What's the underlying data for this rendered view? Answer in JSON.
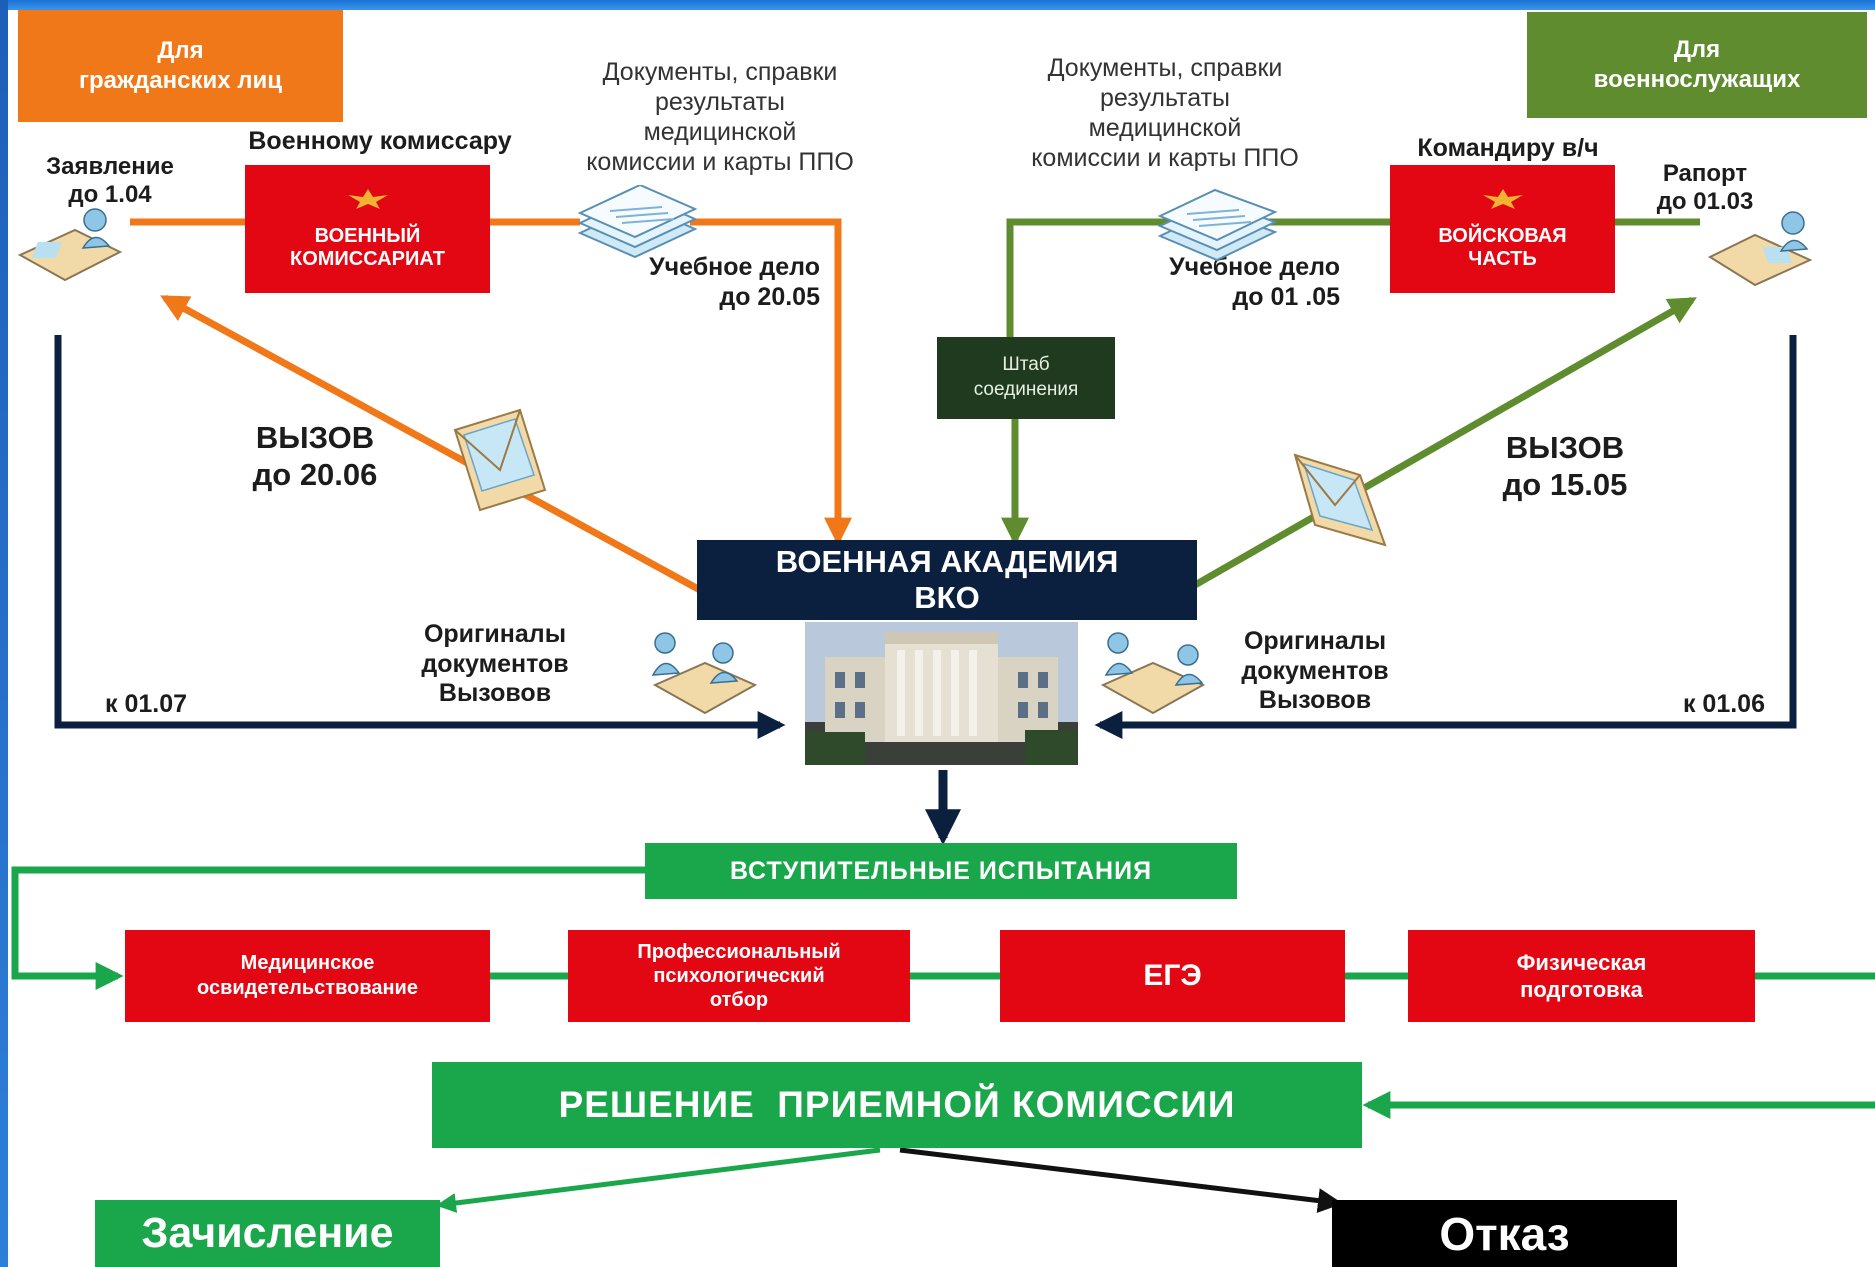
{
  "colors": {
    "orange": "#f07818",
    "olive": "#5e8c2e",
    "navy": "#0b1f3f",
    "red": "#e30613",
    "green": "#1aa64a",
    "staff": "#1f3a1e"
  },
  "civilians": {
    "header": "Для\nгражданских лиц",
    "application": "Заявление\nдо 1.04",
    "to_commissar": "Военному комиссару",
    "commissariat": "ВОЕННЫЙ\nКОМИССАРИАТ",
    "documents": "Документы, справки\nрезультаты\nмедицинской\nкомиссии и карты ППО",
    "study_file": "Учебное дело\nдо 20.05",
    "call": "ВЫЗОВ\nдо 20.06",
    "originals": "Оригиналы\nдокументов\nВызовов",
    "deadline": "к 01.07"
  },
  "military": {
    "header": "Для\nвоеннослужащих",
    "to_commander": "Командиру в/ч",
    "unit": "ВОЙСКОВАЯ\nЧАСТЬ",
    "report": "Рапорт\nдо 01.03",
    "documents": "Документы, справки\nрезультаты\nмедицинской\nкомиссии и карты ППО",
    "study_file": "Учебное дело\nдо 01 .05",
    "staff": "Штаб\nсоединения",
    "call": "ВЫЗОВ\nдо 15.05",
    "originals": "Оригиналы\nдокументов\nВызовов",
    "deadline": "к 01.06"
  },
  "academy": {
    "title": "ВОЕННАЯ АКАДЕМИЯ\nВКО"
  },
  "entrance": {
    "title": "ВСТУПИТЕЛЬНЫЕ ИСПЫТАНИЯ",
    "steps": [
      "Медицинское\nосвидетельствование",
      "Профессиональный\nпсихологический\nотбор",
      "ЕГЭ",
      "Физическая\nподготовка"
    ]
  },
  "decision": "РЕШЕНИЕ  ПРИЕМНОЙ КОМИССИИ",
  "outcomes": {
    "enroll": "Зачисление",
    "reject": "Отказ"
  },
  "icons": [
    "person-at-desk-icon",
    "document-stack-icon",
    "envelope-icon",
    "emblem-icon",
    "building-photo-icon"
  ]
}
